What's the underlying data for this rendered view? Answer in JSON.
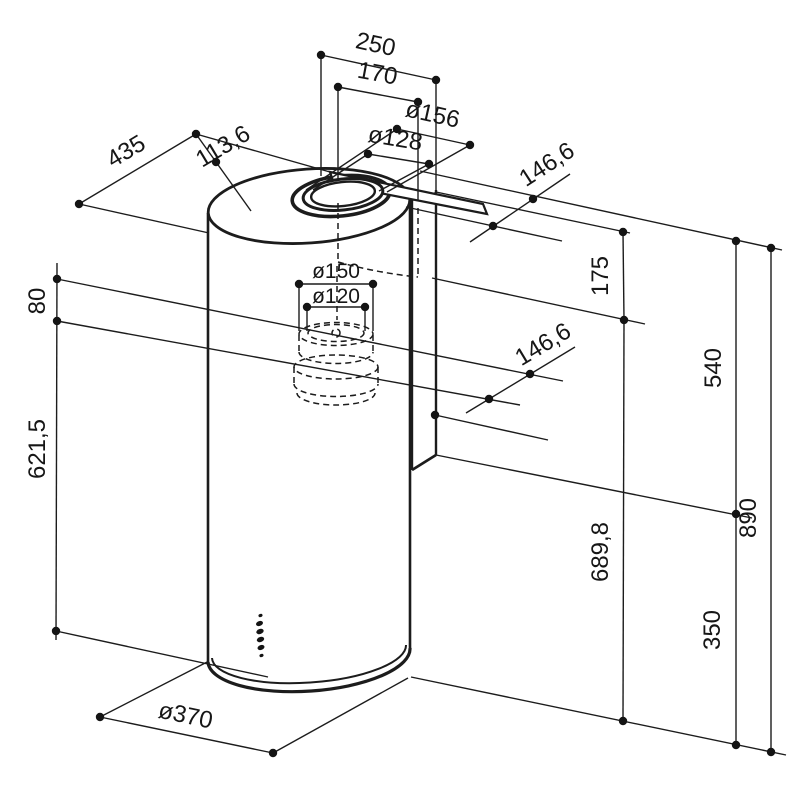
{
  "drawing": {
    "kind": "isometric-dimension-drawing",
    "colors": {
      "line": "#1c1c1c",
      "background": "#ffffff",
      "text": "#161616"
    }
  },
  "dims": {
    "d250": "250",
    "d170": "170",
    "d156": "ø156",
    "d128": "ø128",
    "d435": "435",
    "d113_6": "113,6",
    "d146_6_top": "146,6",
    "d175": "175",
    "d146_6_mid": "146,6",
    "d540": "540",
    "d890": "890",
    "d689_8": "689,8",
    "d350": "350",
    "d80": "80",
    "d621_5": "621,5",
    "d150": "ø150",
    "d120": "ø120",
    "d370": "ø370"
  }
}
